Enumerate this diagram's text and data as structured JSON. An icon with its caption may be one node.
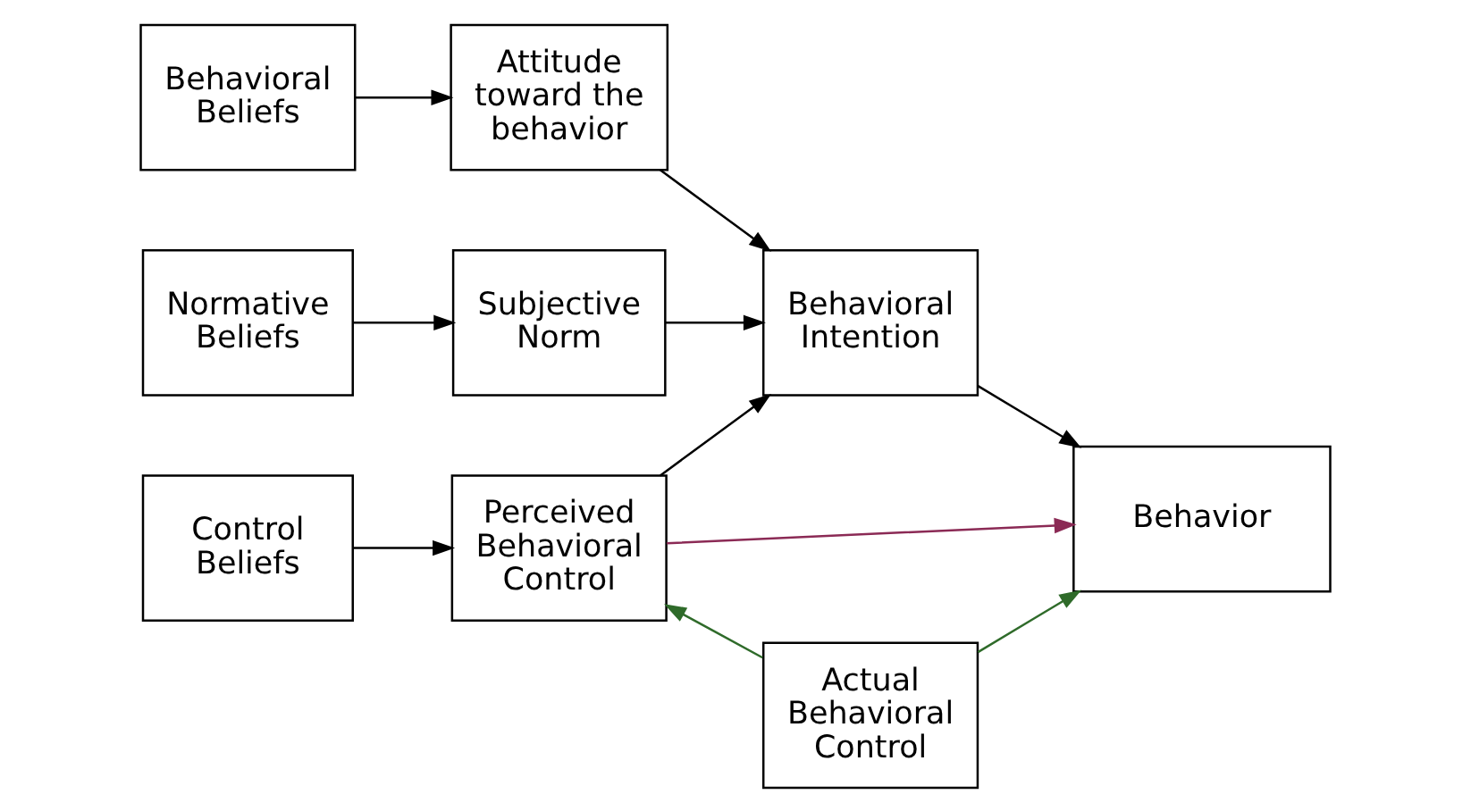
{
  "diagram": {
    "nodes": [
      {
        "text": [
          "Behavioral Beliefs"
        ]
      },
      {
        "text": [
          "Attitude toward the behavior"
        ]
      },
      {
        "text": [
          "Normative Beliefs"
        ]
      },
      {
        "text": [
          "Subjective Norm"
        ]
      },
      {
        "text": [
          "Behavioral Intention"
        ]
      },
      {
        "text": [
          "Behavior"
        ]
      },
      {
        "text": [
          "Control Beliefs"
        ]
      },
      {
        "text": [
          "Perceived Behavioral Control"
        ]
      },
      {
        "text": [
          "Actual Behavioral Control"
        ]
      }
    ],
    "edges": [
      {
        "from": 0,
        "to": 1,
        "arrow": "to"
      },
      {
        "from": 1,
        "to": 4,
        "arrow": "to"
      },
      {
        "from": 2,
        "to": 3,
        "arrow": "to"
      },
      {
        "from": 3,
        "to": 4,
        "arrow": "to"
      },
      {
        "from": 4,
        "to": 5,
        "arrow": "to"
      },
      {
        "from": 6,
        "to": 7,
        "arrow": "to"
      },
      {
        "from": 7,
        "to": 4,
        "arrow": "to"
      },
      {
        "from": 7,
        "to": 5,
        "arrow": "to",
        "color": "#8b2a55"
      },
      {
        "from": 8,
        "to": 5,
        "arrow": "to",
        "color": "#2f6b2a"
      },
      {
        "from": 8,
        "to": 7,
        "arrow": "to",
        "color": "#2f6b2a"
      }
    ]
  }
}
